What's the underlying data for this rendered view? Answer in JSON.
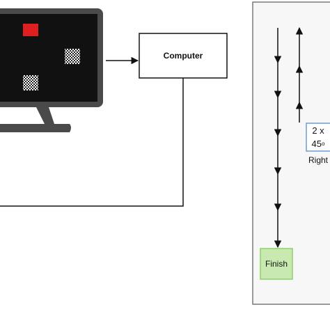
{
  "computer": {
    "label": "Computer"
  },
  "finish": {
    "label": "Finish"
  },
  "rotation": {
    "count": "2 x",
    "angle": "45",
    "unit": "o",
    "direction": "Right"
  },
  "colors": {
    "monitor_body": "#4a4a4a",
    "screen": "#111111",
    "red_target": "#e02020",
    "finish_fill": "#c8eab0",
    "finish_border": "#8fcf6a",
    "rotation_border": "#6a9fd0",
    "panel_border": "#7a7a7a",
    "panel_fill": "#f7f7f7"
  }
}
